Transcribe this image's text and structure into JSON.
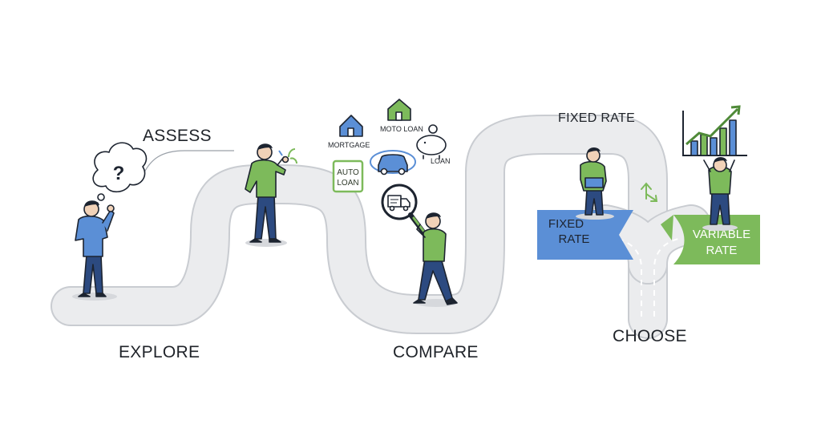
{
  "stages": {
    "assess": "ASSESS",
    "explore": "EXPLORE",
    "compare": "COMPARE",
    "choose": "CHOOSE",
    "fixed_rate_heading": "FIXED RATE"
  },
  "loan_types": {
    "mortgage": "MORTGAGE",
    "moto_loan": "MOTO LOAN",
    "loan": "LOAN",
    "auto_loan_line1": "AUTO",
    "auto_loan_line2": "LOAN"
  },
  "signs": {
    "fixed_line1": "FIXED",
    "fixed_line2": "RATE",
    "variable_line1": "VARIABLE",
    "variable_line2": "RATE"
  },
  "thought": {
    "symbol": "?"
  },
  "colors": {
    "road": "#ebecee",
    "road_edge": "#c9ccd1",
    "blue": "#5b8fd6",
    "blue_dark": "#2c4a80",
    "green": "#7dba5b",
    "green_dark": "#4f8a38",
    "outline": "#1d2430",
    "skin": "#f1d2b8"
  },
  "icons": [
    "house-icon",
    "piggy-bank-icon",
    "car-icon",
    "delivery-truck-icon",
    "magnifier-icon",
    "growth-chart-icon",
    "split-arrow-icon",
    "question-icon"
  ]
}
